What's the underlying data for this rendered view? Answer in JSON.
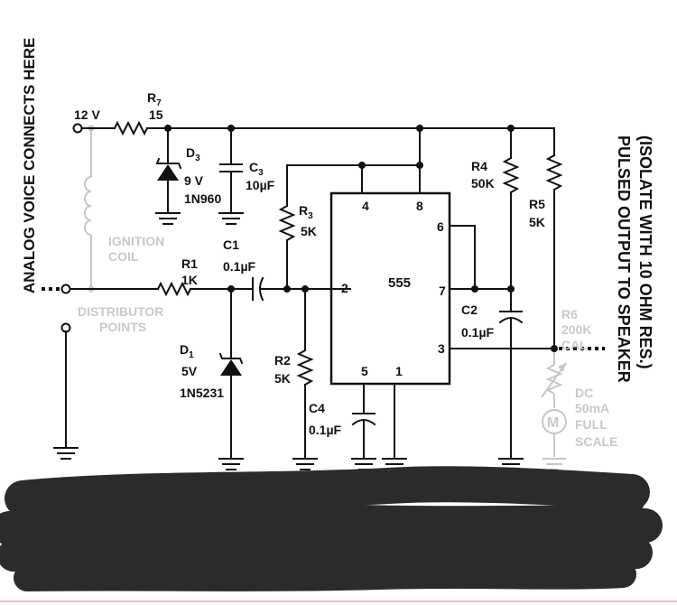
{
  "side_label_left": "ANALOG VOICE CONNECTS HERE",
  "side_label_right_1": "PULSED OUTPUT TO SPEAKER",
  "side_label_right_2": "(ISOLATE WITH 10 OHM RES.)",
  "supply_label": "12 V",
  "ignition_label_1": "IGNITION",
  "ignition_label_2": "COIL",
  "distributor_label_1": "DISTRIBUTOR",
  "distributor_label_2": "POINTS",
  "components": {
    "r7": {
      "ref": "R",
      "sub": "7",
      "value": "15"
    },
    "d3": {
      "ref": "D",
      "sub": "3",
      "value": "9 V",
      "part": "1N960"
    },
    "c3": {
      "ref": "C",
      "sub": "3",
      "value": "10µF"
    },
    "r3": {
      "ref": "R",
      "sub": "3",
      "value": "5K"
    },
    "r1": {
      "ref": "R1",
      "value": "1K"
    },
    "c1": {
      "ref": "C1",
      "value": "0.1µF"
    },
    "d1": {
      "ref": "D",
      "sub": "1",
      "value": "5V",
      "part": "1N5231"
    },
    "r2": {
      "ref": "R2",
      "value": "5K"
    },
    "c4": {
      "ref": "C4",
      "value": "0.1µF"
    },
    "r4": {
      "ref": "R4",
      "value": "50K"
    },
    "r5": {
      "ref": "R5",
      "value": "5K"
    },
    "c2": {
      "ref": "C2",
      "value": "0.1µF"
    },
    "r6": {
      "ref": "R6",
      "value": "200K",
      "note": "CAL"
    },
    "meter": {
      "line1": "DC",
      "line2": "50mA",
      "line3": "FULL",
      "line4": "SCALE"
    }
  },
  "ic": {
    "name": "555",
    "pins": {
      "p1": "1",
      "p2": "2",
      "p3": "3",
      "p4": "4",
      "p5": "5",
      "p6": "6",
      "p7": "7",
      "p8": "8"
    }
  }
}
